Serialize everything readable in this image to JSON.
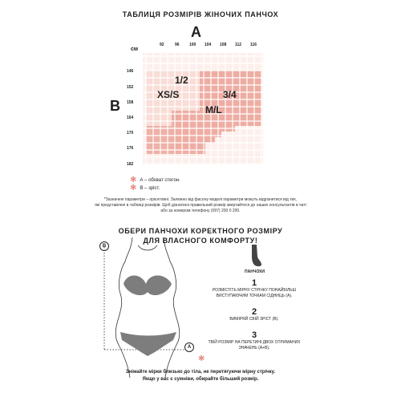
{
  "top": {
    "title": "ТАБЛИЦЯ РОЗМІРІВ ЖІНОЧИХ ПАНЧОХ",
    "axis_a": "A",
    "axis_b": "B",
    "unit": "см",
    "a_ticks": [
      "92",
      "96",
      "100",
      "104",
      "108",
      "112",
      "116"
    ],
    "b_ticks": [
      "146",
      "152",
      "158",
      "164",
      "170",
      "176",
      "182"
    ],
    "sizes": {
      "s12": "1/2",
      "xss": "XS/S",
      "s34": "3/4",
      "ml": "M/L"
    },
    "legend": {
      "a_text": "А – обхват стегон.",
      "b_text": "В – зріст."
    },
    "note_lines": [
      "*Зазначені параметри – орієнтовні. Залежно від фасону моделі параметри можуть відрізнятися від тих,",
      "які представлені в таблиці розмірів. Щоб дізнатися правильний розмір звертайтеся до наших консультантів в чаті",
      "або за номером телефону (097) 200 0 200."
    ],
    "colors": {
      "light": "#f9ddd6",
      "mid": "#f3c2b9",
      "dark": "#eeada3",
      "grid": "#ffffff"
    }
  },
  "bottom": {
    "title_line1": "ОБЕРИ ПАНЧОХИ КОРЕКТНОГО РОЗМІРУ",
    "title_line2": "ДЛЯ ВЛАСНОГО КОМФОРТУ!",
    "marker_b": "B",
    "marker_a": "A",
    "product_label": "ПАНЧОХИ",
    "steps": [
      {
        "num": "1",
        "text": "РОЗМІСТІТЬ МІРНУ СТРІЧКУ ПОНАЙБІЛЬШ ВИСТУПАЮЧИМ ТОЧКАМ СІДНИЦЬ (А)."
      },
      {
        "num": "2",
        "text": "ВИМІРЯЙ СВІЙ ЗРІСТ (В)."
      },
      {
        "num": "3",
        "text": "ТВІЙ РОЗМІР НА ПЕРЕТИНІ ДВОХ ОТРИМАНИХ ЗНАЧЕНЬ (А+В)."
      }
    ],
    "footer_line1": "Знімайте мірки близько до тіла, не перетягуючи мірну стрічку.",
    "footer_line2": "Якщо у вас є сумніви, обирайте більший розмір."
  }
}
